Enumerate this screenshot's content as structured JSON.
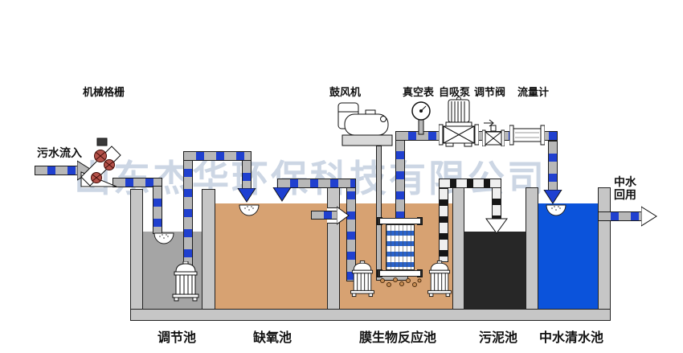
{
  "watermark": "山东杰华环保科技有限公司",
  "flow_labels": {
    "inflow": "污水流入",
    "reuse_line1": "中水",
    "reuse_line2": "回用"
  },
  "equipment_labels": {
    "mechanical_screen": "机械格栅",
    "blower": "鼓风机",
    "vacuum_gauge": "真空表",
    "self_priming_pump": "自吸泵",
    "regulating_valve": "调节阀",
    "flow_meter": "流量计"
  },
  "tanks": [
    {
      "label": "调节池",
      "water_color": "#a5a5a5"
    },
    {
      "label": "缺氧池",
      "water_color": "#d7a272"
    },
    {
      "label": "膜生物反应池",
      "water_color": "#d7a272"
    },
    {
      "label": "污泥池",
      "water_color": "#272727"
    },
    {
      "label": "中水清水池",
      "water_color": "#0b53db"
    }
  ],
  "colors": {
    "pipe_gray": "#b8b8b8",
    "pipe_blue_segment": "#2040cf",
    "sludge_pipe_black": "#161616",
    "wall_gray": "#c6c6c6",
    "membrane_blue": "#2a63cc",
    "arrow_blue": "#1e40d2",
    "watermark": "#ccd6e4"
  }
}
